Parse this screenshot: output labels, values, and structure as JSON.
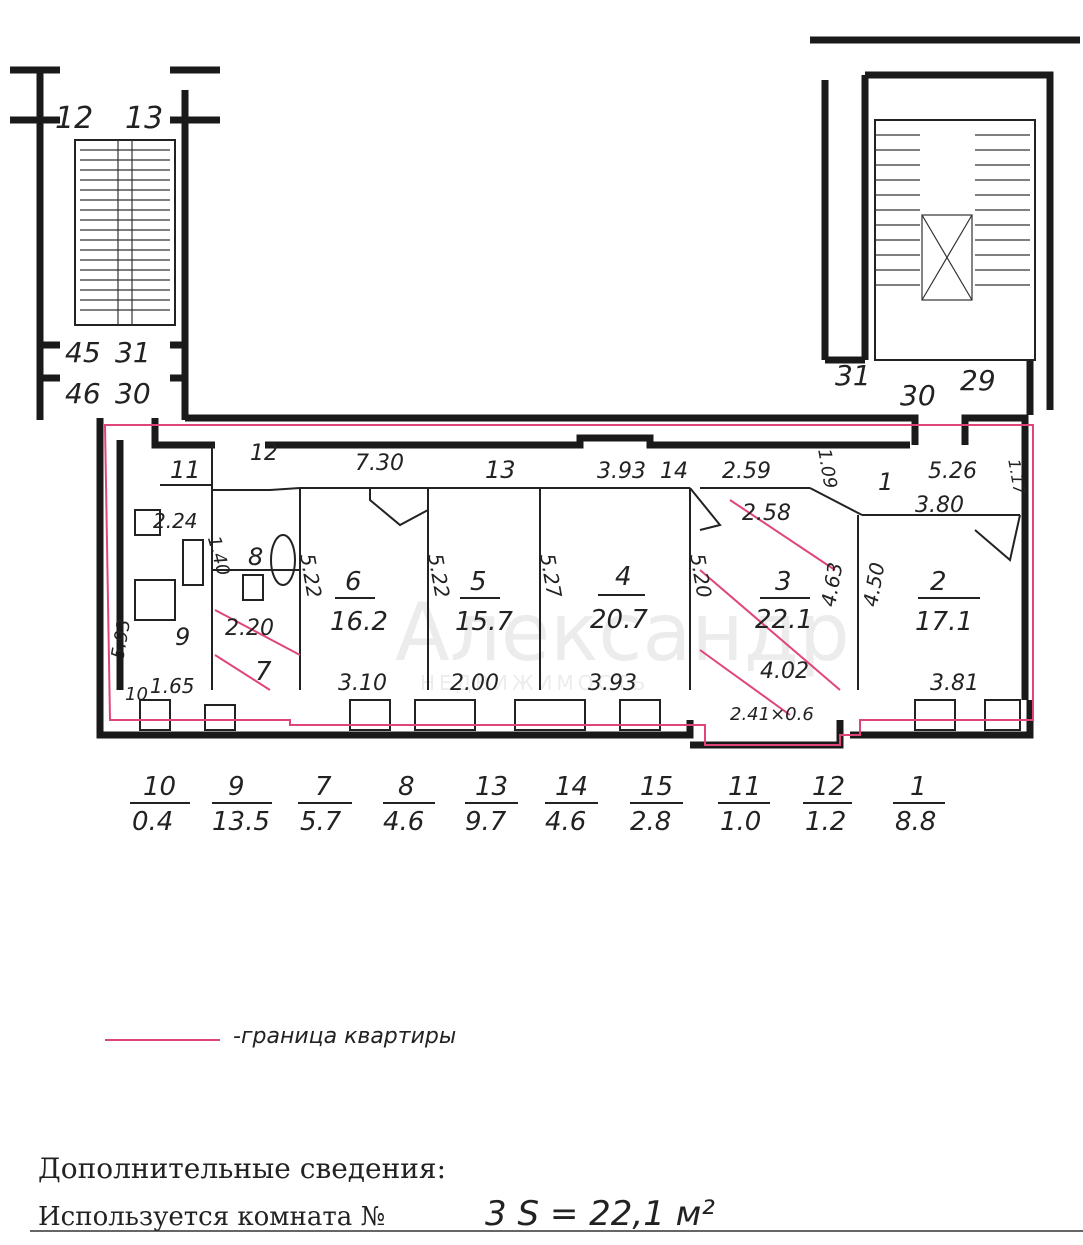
{
  "colors": {
    "boundary": "#e0457a",
    "ink": "#1a1a1a"
  },
  "stair_labels": {
    "left_top_a": "12",
    "left_top_b": "13",
    "left_mid_a": "45",
    "left_mid_b": "31",
    "left_bot_a": "46",
    "left_bot_b": "30",
    "right_a": "31",
    "right_b": "30",
    "right_c": "29"
  },
  "rooms": [
    {
      "num": "6",
      "area": "16.2"
    },
    {
      "num": "5",
      "area": "15.7"
    },
    {
      "num": "4",
      "area": "20.7"
    },
    {
      "num": "3",
      "area": "22.1"
    },
    {
      "num": "2",
      "area": "17.1"
    },
    {
      "num": "9",
      "area": ""
    },
    {
      "num": "7",
      "area": ""
    },
    {
      "num": "8",
      "area": ""
    },
    {
      "num": "11",
      "area": ""
    },
    {
      "num": "12",
      "area": ""
    },
    {
      "num": "13",
      "area": ""
    },
    {
      "num": "14",
      "area": ""
    },
    {
      "num": "1",
      "area": ""
    },
    {
      "num": "10",
      "area": ""
    }
  ],
  "dimensions": {
    "d730": "7.30",
    "d393top": "3.93",
    "d259": "2.59",
    "d258": "2.58",
    "d109": "1.09",
    "d526": "5.26",
    "d380": "3.80",
    "d117": "1.17",
    "d224": "2.24",
    "d140": "1.40",
    "d220": "2.20",
    "d165": "1.65",
    "d593": "5.93",
    "d522a": "5.22",
    "d522b": "5.22",
    "d527": "5.27",
    "d520": "5.20",
    "d463": "4.63",
    "d450": "4.50",
    "d310": "3.10",
    "d200": "2.00",
    "d393bot": "3.93",
    "d402": "4.02",
    "d241": "2.41×0.6",
    "d381": "3.81"
  },
  "area_table": [
    {
      "num": "10",
      "area": "0.4"
    },
    {
      "num": "9",
      "area": "13.5"
    },
    {
      "num": "7",
      "area": "5.7"
    },
    {
      "num": "8",
      "area": "4.6"
    },
    {
      "num": "13",
      "area": "9.7"
    },
    {
      "num": "14",
      "area": "4.6"
    },
    {
      "num": "15",
      "area": "2.8"
    },
    {
      "num": "11",
      "area": "1.0"
    },
    {
      "num": "12",
      "area": "1.2"
    },
    {
      "num": "1",
      "area": "8.8"
    }
  ],
  "legend": {
    "label": "-граница квартиры"
  },
  "watermark": {
    "line1": "Александр",
    "line2": "НЕДВИЖИМОСТЬ"
  },
  "footer": {
    "heading": "Дополнительные сведения:",
    "used_room_label": "Используется комната №",
    "used_room_value": "3  S = 22,1 м²"
  }
}
